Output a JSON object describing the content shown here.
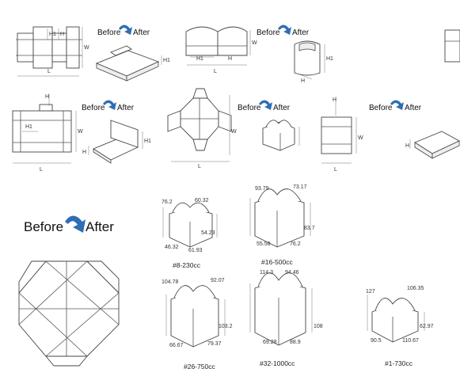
{
  "labels": {
    "before": "Before",
    "after": "After",
    "l": "L",
    "w": "W",
    "h": "H",
    "h1": "H1"
  },
  "sizes": [
    {
      "name": "#8-230cc",
      "dims": [
        "76.2",
        "60.32",
        "54.23",
        "46.32",
        "61.93"
      ]
    },
    {
      "name": "#16-500cc",
      "dims": [
        "93.79",
        "73.17",
        "83.7",
        "55.58",
        "76.2"
      ]
    },
    {
      "name": "#26-750cc",
      "dims": [
        "104.78",
        "92.07",
        "103.2",
        "66.67",
        "79.37"
      ]
    },
    {
      "name": "#32-1000cc",
      "dims": [
        "114.3",
        "94.46",
        "108",
        "69.28",
        "88.9"
      ]
    },
    {
      "name": "#1-730cc",
      "dims": [
        "127",
        "106.35",
        "62.97",
        "90.5",
        "110.67"
      ]
    }
  ],
  "colors": {
    "arrow": "#2f6db5",
    "line": "#444444"
  }
}
